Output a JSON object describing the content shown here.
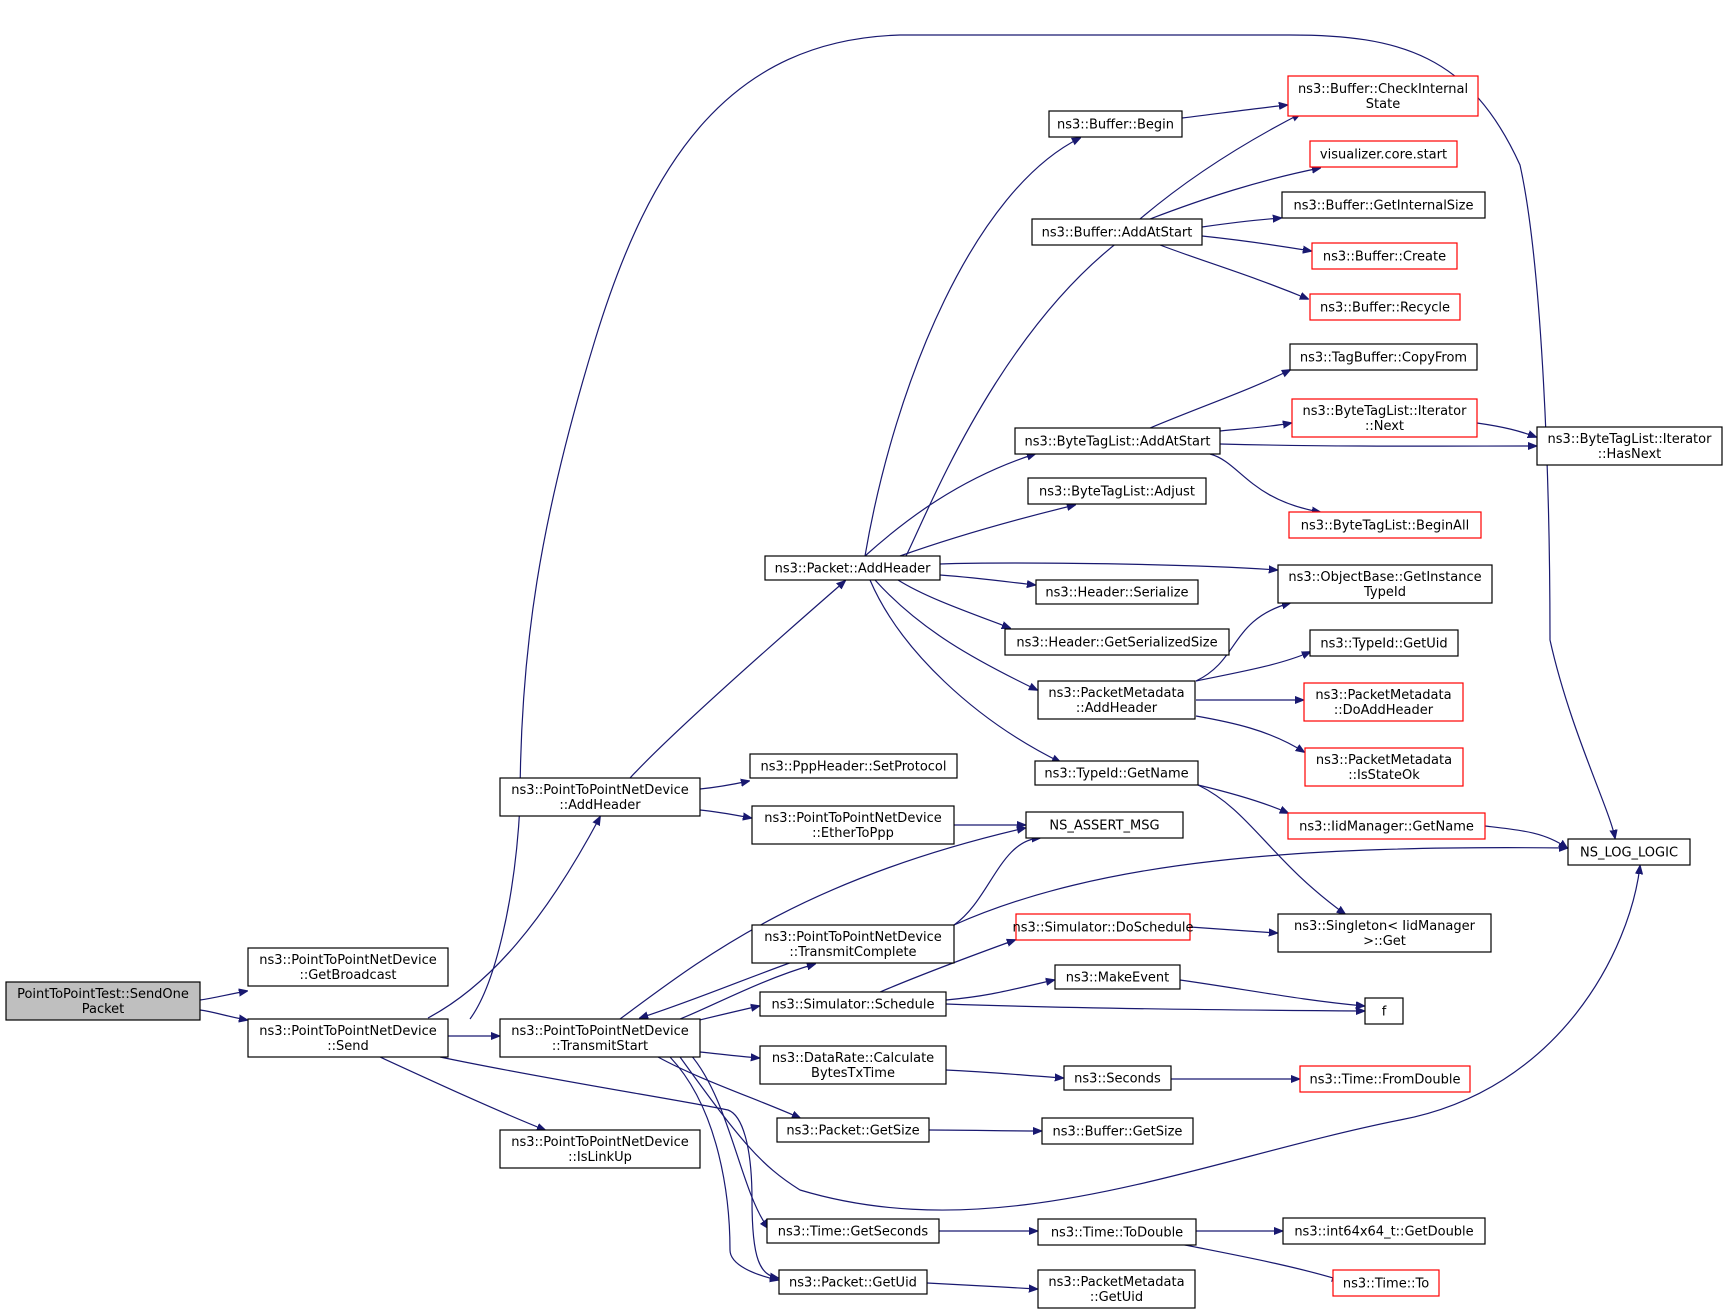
{
  "diagram": {
    "type": "call-graph",
    "colors": {
      "edge": "#191970",
      "node_border": "#000000",
      "truncated_node_border": "#ff0000",
      "root_fill": "#bfbfbf"
    },
    "nodes": [
      {
        "id": "root",
        "lines": [
          "PointToPointTest::SendOne",
          "Packet"
        ],
        "style": "root"
      },
      {
        "id": "getbroadcast",
        "lines": [
          "ns3::PointToPointNetDevice",
          "::GetBroadcast"
        ],
        "style": "normal"
      },
      {
        "id": "send",
        "lines": [
          "ns3::PointToPointNetDevice",
          "::Send"
        ],
        "style": "normal"
      },
      {
        "id": "p2paddheader",
        "lines": [
          "ns3::PointToPointNetDevice",
          "::AddHeader"
        ],
        "style": "normal"
      },
      {
        "id": "transmitstart",
        "lines": [
          "ns3::PointToPointNetDevice",
          "::TransmitStart"
        ],
        "style": "normal"
      },
      {
        "id": "islinkup",
        "lines": [
          "ns3::PointToPointNetDevice",
          "::IsLinkUp"
        ],
        "style": "normal"
      },
      {
        "id": "packetaddheader",
        "lines": [
          "ns3::Packet::AddHeader"
        ],
        "style": "normal"
      },
      {
        "id": "setprotocol",
        "lines": [
          "ns3::PppHeader::SetProtocol"
        ],
        "style": "normal"
      },
      {
        "id": "ethertoppp",
        "lines": [
          "ns3::PointToPointNetDevice",
          "::EtherToPpp"
        ],
        "style": "normal"
      },
      {
        "id": "transmitcomplete",
        "lines": [
          "ns3::PointToPointNetDevice",
          "::TransmitComplete"
        ],
        "style": "normal"
      },
      {
        "id": "schedule",
        "lines": [
          "ns3::Simulator::Schedule"
        ],
        "style": "normal"
      },
      {
        "id": "calcbytes",
        "lines": [
          "ns3::DataRate::Calculate",
          "BytesTxTime"
        ],
        "style": "normal"
      },
      {
        "id": "getsize",
        "lines": [
          "ns3::Packet::GetSize"
        ],
        "style": "normal"
      },
      {
        "id": "getseconds",
        "lines": [
          "ns3::Time::GetSeconds"
        ],
        "style": "normal"
      },
      {
        "id": "getuid",
        "lines": [
          "ns3::Packet::GetUid"
        ],
        "style": "normal"
      },
      {
        "id": "bufbegin",
        "lines": [
          "ns3::Buffer::Begin"
        ],
        "style": "normal"
      },
      {
        "id": "bufaddatstart",
        "lines": [
          "ns3::Buffer::AddAtStart"
        ],
        "style": "normal"
      },
      {
        "id": "btladdatstart",
        "lines": [
          "ns3::ByteTagList::AddAtStart"
        ],
        "style": "normal"
      },
      {
        "id": "btladjust",
        "lines": [
          "ns3::ByteTagList::Adjust"
        ],
        "style": "normal"
      },
      {
        "id": "hdrserialize",
        "lines": [
          "ns3::Header::Serialize"
        ],
        "style": "normal"
      },
      {
        "id": "hdrgetsersize",
        "lines": [
          "ns3::Header::GetSerializedSize"
        ],
        "style": "normal"
      },
      {
        "id": "pmaddheader",
        "lines": [
          "ns3::PacketMetadata",
          "::AddHeader"
        ],
        "style": "normal"
      },
      {
        "id": "typeidgetname",
        "lines": [
          "ns3::TypeId::GetName"
        ],
        "style": "normal"
      },
      {
        "id": "assertmsg",
        "lines": [
          "NS_ASSERT_MSG"
        ],
        "style": "normal"
      },
      {
        "id": "doschedule",
        "lines": [
          "ns3::Simulator::DoSchedule"
        ],
        "style": "red"
      },
      {
        "id": "makeevent",
        "lines": [
          "ns3::MakeEvent"
        ],
        "style": "normal"
      },
      {
        "id": "seconds",
        "lines": [
          "ns3::Seconds"
        ],
        "style": "normal"
      },
      {
        "id": "bufgetsize",
        "lines": [
          "ns3::Buffer::GetSize"
        ],
        "style": "normal"
      },
      {
        "id": "todouble",
        "lines": [
          "ns3::Time::ToDouble"
        ],
        "style": "normal"
      },
      {
        "id": "pmgetuid",
        "lines": [
          "ns3::PacketMetadata",
          "::GetUid"
        ],
        "style": "normal"
      },
      {
        "id": "checkinternal",
        "lines": [
          "ns3::Buffer::CheckInternal",
          "State"
        ],
        "style": "red"
      },
      {
        "id": "vizstart",
        "lines": [
          "visualizer.core.start"
        ],
        "style": "red"
      },
      {
        "id": "bufgetinternalsize",
        "lines": [
          "ns3::Buffer::GetInternalSize"
        ],
        "style": "normal"
      },
      {
        "id": "bufcreate",
        "lines": [
          "ns3::Buffer::Create"
        ],
        "style": "red"
      },
      {
        "id": "bufrecycle",
        "lines": [
          "ns3::Buffer::Recycle"
        ],
        "style": "red"
      },
      {
        "id": "tagcopyfrom",
        "lines": [
          "ns3::TagBuffer::CopyFrom"
        ],
        "style": "normal"
      },
      {
        "id": "btlitnext",
        "lines": [
          "ns3::ByteTagList::Iterator",
          "::Next"
        ],
        "style": "red"
      },
      {
        "id": "btlbeginall",
        "lines": [
          "ns3::ByteTagList::BeginAll"
        ],
        "style": "red"
      },
      {
        "id": "getinstancetypeid",
        "lines": [
          "ns3::ObjectBase::GetInstance",
          "TypeId"
        ],
        "style": "normal"
      },
      {
        "id": "typeidgetuid",
        "lines": [
          "ns3::TypeId::GetUid"
        ],
        "style": "normal"
      },
      {
        "id": "pmdoaddheader",
        "lines": [
          "ns3::PacketMetadata",
          "::DoAddHeader"
        ],
        "style": "red"
      },
      {
        "id": "pmisstateok",
        "lines": [
          "ns3::PacketMetadata",
          "::IsStateOk"
        ],
        "style": "red"
      },
      {
        "id": "iidgetname",
        "lines": [
          "ns3::IidManager::GetName"
        ],
        "style": "red"
      },
      {
        "id": "singletonget",
        "lines": [
          "ns3::Singleton< IidManager",
          ">::Get"
        ],
        "style": "normal"
      },
      {
        "id": "f",
        "lines": [
          "f"
        ],
        "style": "normal"
      },
      {
        "id": "fromdouble",
        "lines": [
          "ns3::Time::FromDouble"
        ],
        "style": "red"
      },
      {
        "id": "getdouble",
        "lines": [
          "ns3::int64x64_t::GetDouble"
        ],
        "style": "normal"
      },
      {
        "id": "timeto",
        "lines": [
          "ns3::Time::To"
        ],
        "style": "red"
      },
      {
        "id": "btlithasnext",
        "lines": [
          "ns3::ByteTagList::Iterator",
          "::HasNext"
        ],
        "style": "normal"
      },
      {
        "id": "nsloglogic",
        "lines": [
          "NS_LOG_LOGIC"
        ],
        "style": "normal"
      }
    ]
  }
}
